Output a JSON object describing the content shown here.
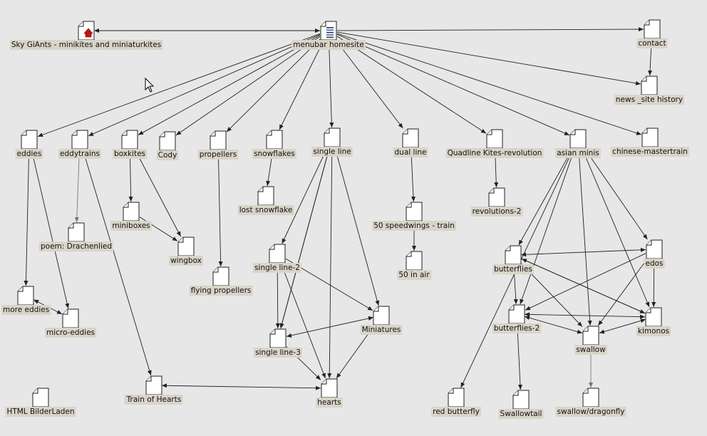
{
  "diagram": {
    "nodes": [
      {
        "id": "sky",
        "label": "Sky GiAnts - minikites and miniaturkites",
        "icon": "home-icon"
      },
      {
        "id": "menu",
        "label": "menubar homesite",
        "icon": "menu-list-icon"
      },
      {
        "id": "contact",
        "label": "contact",
        "icon": "page-icon"
      },
      {
        "id": "news",
        "label": "news _site history",
        "icon": "page-icon"
      },
      {
        "id": "eddies",
        "label": "eddies",
        "icon": "page-icon"
      },
      {
        "id": "eddytrains",
        "label": "eddytrains",
        "icon": "page-icon"
      },
      {
        "id": "boxkites",
        "label": "boxkites",
        "icon": "page-icon"
      },
      {
        "id": "cody",
        "label": "Cody",
        "icon": "page-icon"
      },
      {
        "id": "propellers",
        "label": "propellers",
        "icon": "page-icon"
      },
      {
        "id": "snowflakes",
        "label": "snowflakes",
        "icon": "page-icon"
      },
      {
        "id": "singleline",
        "label": "single line",
        "icon": "page-icon"
      },
      {
        "id": "dualline",
        "label": "dual line",
        "icon": "page-icon"
      },
      {
        "id": "quadline",
        "label": "Quadline Kites-revolution",
        "icon": "page-icon"
      },
      {
        "id": "asian",
        "label": "asian minis",
        "icon": "page-icon"
      },
      {
        "id": "chinese",
        "label": "chinese-mastertrain",
        "icon": "page-icon"
      },
      {
        "id": "lostsnow",
        "label": "lost snowflake",
        "icon": "page-icon"
      },
      {
        "id": "revolutions",
        "label": "revolutions-2",
        "icon": "page-icon"
      },
      {
        "id": "speedwings",
        "label": "50 speedwings - train",
        "icon": "page-icon"
      },
      {
        "id": "inair",
        "label": "50 in air",
        "icon": "page-icon"
      },
      {
        "id": "poem",
        "label": "poem: Drachenlied",
        "icon": "page-icon"
      },
      {
        "id": "miniboxes",
        "label": "miniboxes",
        "icon": "page-icon"
      },
      {
        "id": "wingbox",
        "label": "wingbox",
        "icon": "page-icon"
      },
      {
        "id": "flyprop",
        "label": "flying propellers",
        "icon": "page-icon"
      },
      {
        "id": "sl2",
        "label": "single line-2",
        "icon": "page-icon"
      },
      {
        "id": "sl3",
        "label": "single line-3",
        "icon": "page-icon"
      },
      {
        "id": "miniatures",
        "label": "Miniatures",
        "icon": "page-icon"
      },
      {
        "id": "hearts",
        "label": "hearts",
        "icon": "page-icon"
      },
      {
        "id": "moreeddies",
        "label": "more eddies",
        "icon": "page-icon"
      },
      {
        "id": "microeddies",
        "label": "micro-eddies",
        "icon": "page-icon"
      },
      {
        "id": "trainhearts",
        "label": "Train of Hearts",
        "icon": "page-icon"
      },
      {
        "id": "bilder",
        "label": "HTML BilderLaden",
        "icon": "page-icon"
      },
      {
        "id": "butterflies",
        "label": "butterflies",
        "icon": "page-icon"
      },
      {
        "id": "butterflies2",
        "label": "butterflies-2",
        "icon": "page-icon"
      },
      {
        "id": "edos",
        "label": "edos",
        "icon": "page-icon"
      },
      {
        "id": "kimonos",
        "label": "kimonos",
        "icon": "page-icon"
      },
      {
        "id": "swallow",
        "label": "swallow",
        "icon": "page-icon"
      },
      {
        "id": "redbutterfly",
        "label": "red butterfly",
        "icon": "page-icon"
      },
      {
        "id": "swallowtail",
        "label": "Swallowtail",
        "icon": "page-icon"
      },
      {
        "id": "dragonfly",
        "label": "swallow/dragonfly",
        "icon": "page-icon"
      }
    ],
    "edges": [
      [
        "sky",
        "menu",
        "both"
      ],
      [
        "menu",
        "contact",
        "to"
      ],
      [
        "menu",
        "news",
        "to"
      ],
      [
        "contact",
        "news",
        "to"
      ],
      [
        "menu",
        "eddies",
        "to"
      ],
      [
        "menu",
        "eddytrains",
        "to"
      ],
      [
        "menu",
        "boxkites",
        "to"
      ],
      [
        "menu",
        "cody",
        "to"
      ],
      [
        "menu",
        "propellers",
        "to"
      ],
      [
        "menu",
        "snowflakes",
        "to"
      ],
      [
        "menu",
        "singleline",
        "to"
      ],
      [
        "menu",
        "dualline",
        "to"
      ],
      [
        "menu",
        "quadline",
        "to"
      ],
      [
        "menu",
        "asian",
        "to"
      ],
      [
        "menu",
        "chinese",
        "to"
      ],
      [
        "snowflakes",
        "lostsnow",
        "to"
      ],
      [
        "quadline",
        "revolutions",
        "to"
      ],
      [
        "dualline",
        "speedwings",
        "to"
      ],
      [
        "speedwings",
        "inair",
        "to"
      ],
      [
        "eddytrains",
        "poem",
        "gray"
      ],
      [
        "eddytrains",
        "trainhearts",
        "to"
      ],
      [
        "boxkites",
        "miniboxes",
        "to"
      ],
      [
        "boxkites",
        "wingbox",
        "to"
      ],
      [
        "miniboxes",
        "wingbox",
        "to"
      ],
      [
        "propellers",
        "flyprop",
        "to"
      ],
      [
        "eddies",
        "moreeddies",
        "to"
      ],
      [
        "eddies",
        "microeddies",
        "to"
      ],
      [
        "moreeddies",
        "microeddies",
        "both"
      ],
      [
        "singleline",
        "sl2",
        "to"
      ],
      [
        "singleline",
        "sl3",
        "to"
      ],
      [
        "singleline",
        "miniatures",
        "to"
      ],
      [
        "singleline",
        "hearts",
        "to"
      ],
      [
        "singleline",
        "sl3",
        "to2"
      ],
      [
        "sl2",
        "miniatures",
        "to"
      ],
      [
        "sl2",
        "sl3",
        "to"
      ],
      [
        "sl2",
        "hearts",
        "to"
      ],
      [
        "miniatures",
        "sl3",
        "both"
      ],
      [
        "miniatures",
        "hearts",
        "to"
      ],
      [
        "sl3",
        "hearts",
        "to"
      ],
      [
        "trainhearts",
        "hearts",
        "both"
      ],
      [
        "asian",
        "butterflies",
        "to"
      ],
      [
        "asian",
        "butterflies2",
        "to"
      ],
      [
        "asian",
        "edos",
        "to"
      ],
      [
        "asian",
        "kimonos",
        "to"
      ],
      [
        "asian",
        "swallow",
        "to"
      ],
      [
        "asian",
        "redbutterfly",
        "to"
      ],
      [
        "butterflies",
        "edos",
        "both"
      ],
      [
        "butterflies",
        "butterflies2",
        "both"
      ],
      [
        "butterflies",
        "kimonos",
        "to"
      ],
      [
        "butterflies",
        "swallow",
        "to"
      ],
      [
        "edos",
        "butterflies2",
        "to"
      ],
      [
        "edos",
        "kimonos",
        "to"
      ],
      [
        "edos",
        "swallow",
        "to"
      ],
      [
        "butterflies2",
        "kimonos",
        "both"
      ],
      [
        "butterflies2",
        "swallow",
        "both"
      ],
      [
        "kimonos",
        "swallow",
        "both"
      ],
      [
        "kimonos",
        "butterflies",
        "to"
      ],
      [
        "butterflies2",
        "swallowtail",
        "to"
      ],
      [
        "swallow",
        "dragonfly",
        "gray"
      ]
    ]
  }
}
